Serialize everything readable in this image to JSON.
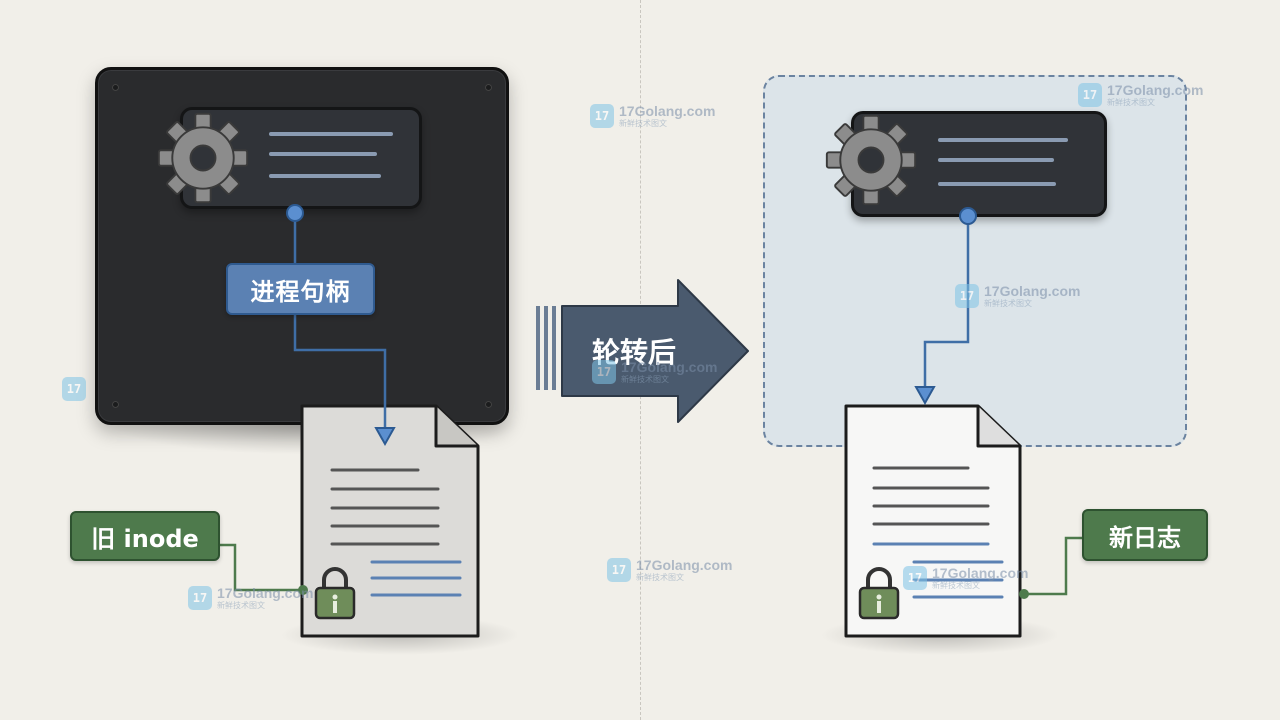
{
  "labels": {
    "process_handle": "进程句柄",
    "old_inode": "旧 inode",
    "rotate_after": "轮转后",
    "new_log": "新日志"
  },
  "icons": {
    "process": "gear-icon",
    "file": "document-icon",
    "lock": "padlock-icon",
    "direction": "right-arrow-icon"
  },
  "watermark": {
    "brand": "17Golang.com",
    "tagline": "新鲜技术图文"
  },
  "colors": {
    "background": "#f1efe9",
    "dark_panel": "#2a2b2d",
    "handle_blue": "#5b81b3",
    "inode_green": "#4e7a4c",
    "arrow_slate": "#4a5a6e",
    "region_blue": "#c4d6e8"
  }
}
